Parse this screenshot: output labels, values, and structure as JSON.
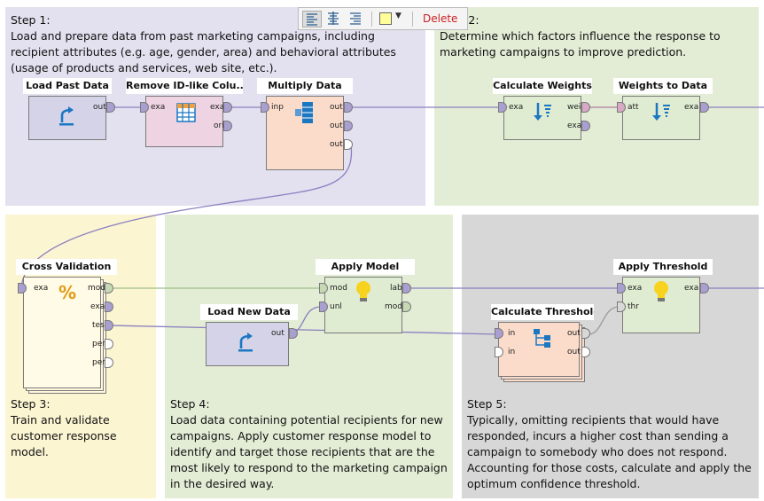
{
  "toolbar": {
    "delete_label": "Delete",
    "note_color": "#ffff99"
  },
  "regions": {
    "step1": {
      "text": "Step 1:\nLoad and prepare data from past marketing campaigns, including recipient attributes (e.g. age, gender, area) and behavioral attributes (usage of products and services, web site, etc.).",
      "color": "#e3e0ef"
    },
    "step2": {
      "text": "Step 2:\nDetermine which factors influence the response to marketing campaigns to improve prediction.",
      "color": "#e3edd6"
    },
    "step3": {
      "text": "Step 3:\nTrain and validate customer response model.",
      "color": "#fbf5d2"
    },
    "step4": {
      "text": "Step 4:\nLoad data containing potential recipients for new campaigns. Apply customer response model to identify and target those recipients that are the most likely to respond to the marketing campaign in the desired way.",
      "color": "#e3edd6"
    },
    "step5": {
      "text": "Step 5:\nTypically, omitting recipients that would have responded, incurs a higher cost than sending a campaign to somebody who does not respond. Accounting for those costs, calculate and apply the optimum confidence threshold.",
      "color": "#d7d7d7"
    }
  },
  "operators": {
    "load_past": {
      "title": "Load Past Data",
      "ports_out": [
        "out"
      ]
    },
    "remove_id": {
      "title": "Remove ID-like Colu...",
      "ports_in": [
        "exa"
      ],
      "ports_out": [
        "exa",
        "ori"
      ]
    },
    "multiply": {
      "title": "Multiply Data",
      "ports_in": [
        "inp"
      ],
      "ports_out": [
        "out",
        "out",
        "out"
      ]
    },
    "calc_weights": {
      "title": "Calculate Weights",
      "ports_in": [
        "exa"
      ],
      "ports_out": [
        "wei",
        "exa"
      ]
    },
    "weights_to_data": {
      "title": "Weights to Data",
      "ports_in": [
        "att"
      ],
      "ports_out": [
        "exa"
      ]
    },
    "cross_val": {
      "title": "Cross Validation",
      "ports_in": [
        "exa"
      ],
      "ports_out": [
        "mod",
        "exa",
        "tes",
        "per",
        "per"
      ]
    },
    "apply_model": {
      "title": "Apply Model",
      "ports_in": [
        "mod",
        "unl"
      ],
      "ports_out": [
        "lab",
        "mod"
      ]
    },
    "load_new": {
      "title": "Load New Data",
      "ports_out": [
        "out"
      ]
    },
    "calc_threshold": {
      "title": "Calculate Threshold",
      "ports_in": [
        "in",
        "in"
      ],
      "ports_out": [
        "out",
        "out"
      ]
    },
    "apply_threshold": {
      "title": "Apply Threshold",
      "ports_in": [
        "exa",
        "thr"
      ],
      "ports_out": [
        "exa"
      ]
    }
  },
  "colors": {
    "op_retrieve": "#d5d3e8",
    "op_blend": "#eed3e3",
    "op_utility": "#fbdccb",
    "op_model": "#dfecd1",
    "port_data": "#a99fd1",
    "port_model": "#c6d9b4",
    "port_perf": "#ffffff",
    "port_weight": "#d8a9c4",
    "port_thr": "#d8d8d8"
  }
}
